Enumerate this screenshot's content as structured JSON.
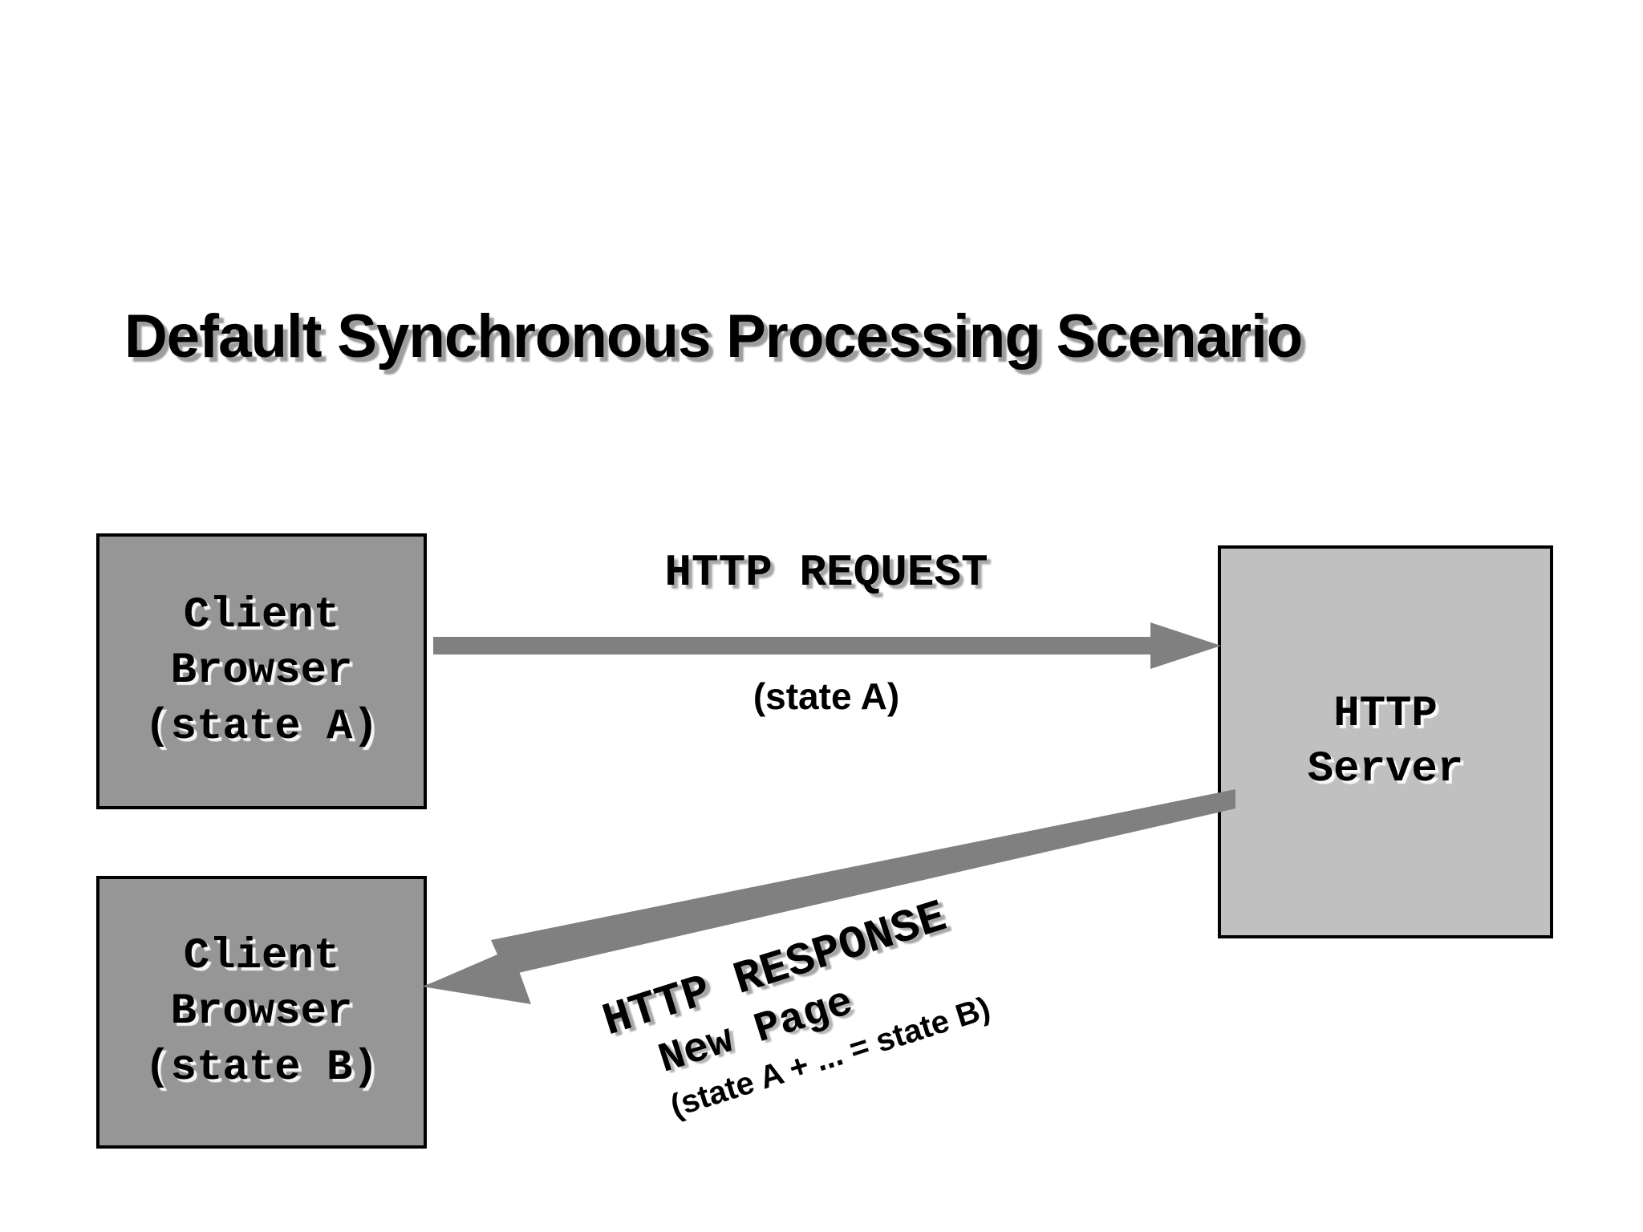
{
  "slide": {
    "title": "Default Synchronous Processing Scenario",
    "background_color": "#ffffff"
  },
  "colors": {
    "client_box_fill": "#969696",
    "server_box_fill": "#c0c0c0",
    "box_border": "#000000",
    "arrow": "#808080",
    "text": "#000000"
  },
  "nodes": {
    "client_a": {
      "name": "client-browser-state-a",
      "lines": [
        "Client",
        "Browser",
        "(state A)"
      ]
    },
    "client_b": {
      "name": "client-browser-state-b",
      "lines": [
        "Client",
        "Browser",
        "(state B)"
      ]
    },
    "server": {
      "name": "http-server",
      "lines": [
        "HTTP",
        "Server"
      ]
    }
  },
  "arrows": {
    "request": {
      "label": "HTTP REQUEST",
      "sublabel": "(state A)",
      "direction": "left-to-right",
      "from": "client-browser-state-a",
      "to": "http-server"
    },
    "response": {
      "label": "HTTP RESPONSE",
      "sublabel": "New Page",
      "note": "(state A + ... = state B)",
      "direction": "right-to-left",
      "from": "http-server",
      "to": "client-browser-state-b"
    }
  }
}
